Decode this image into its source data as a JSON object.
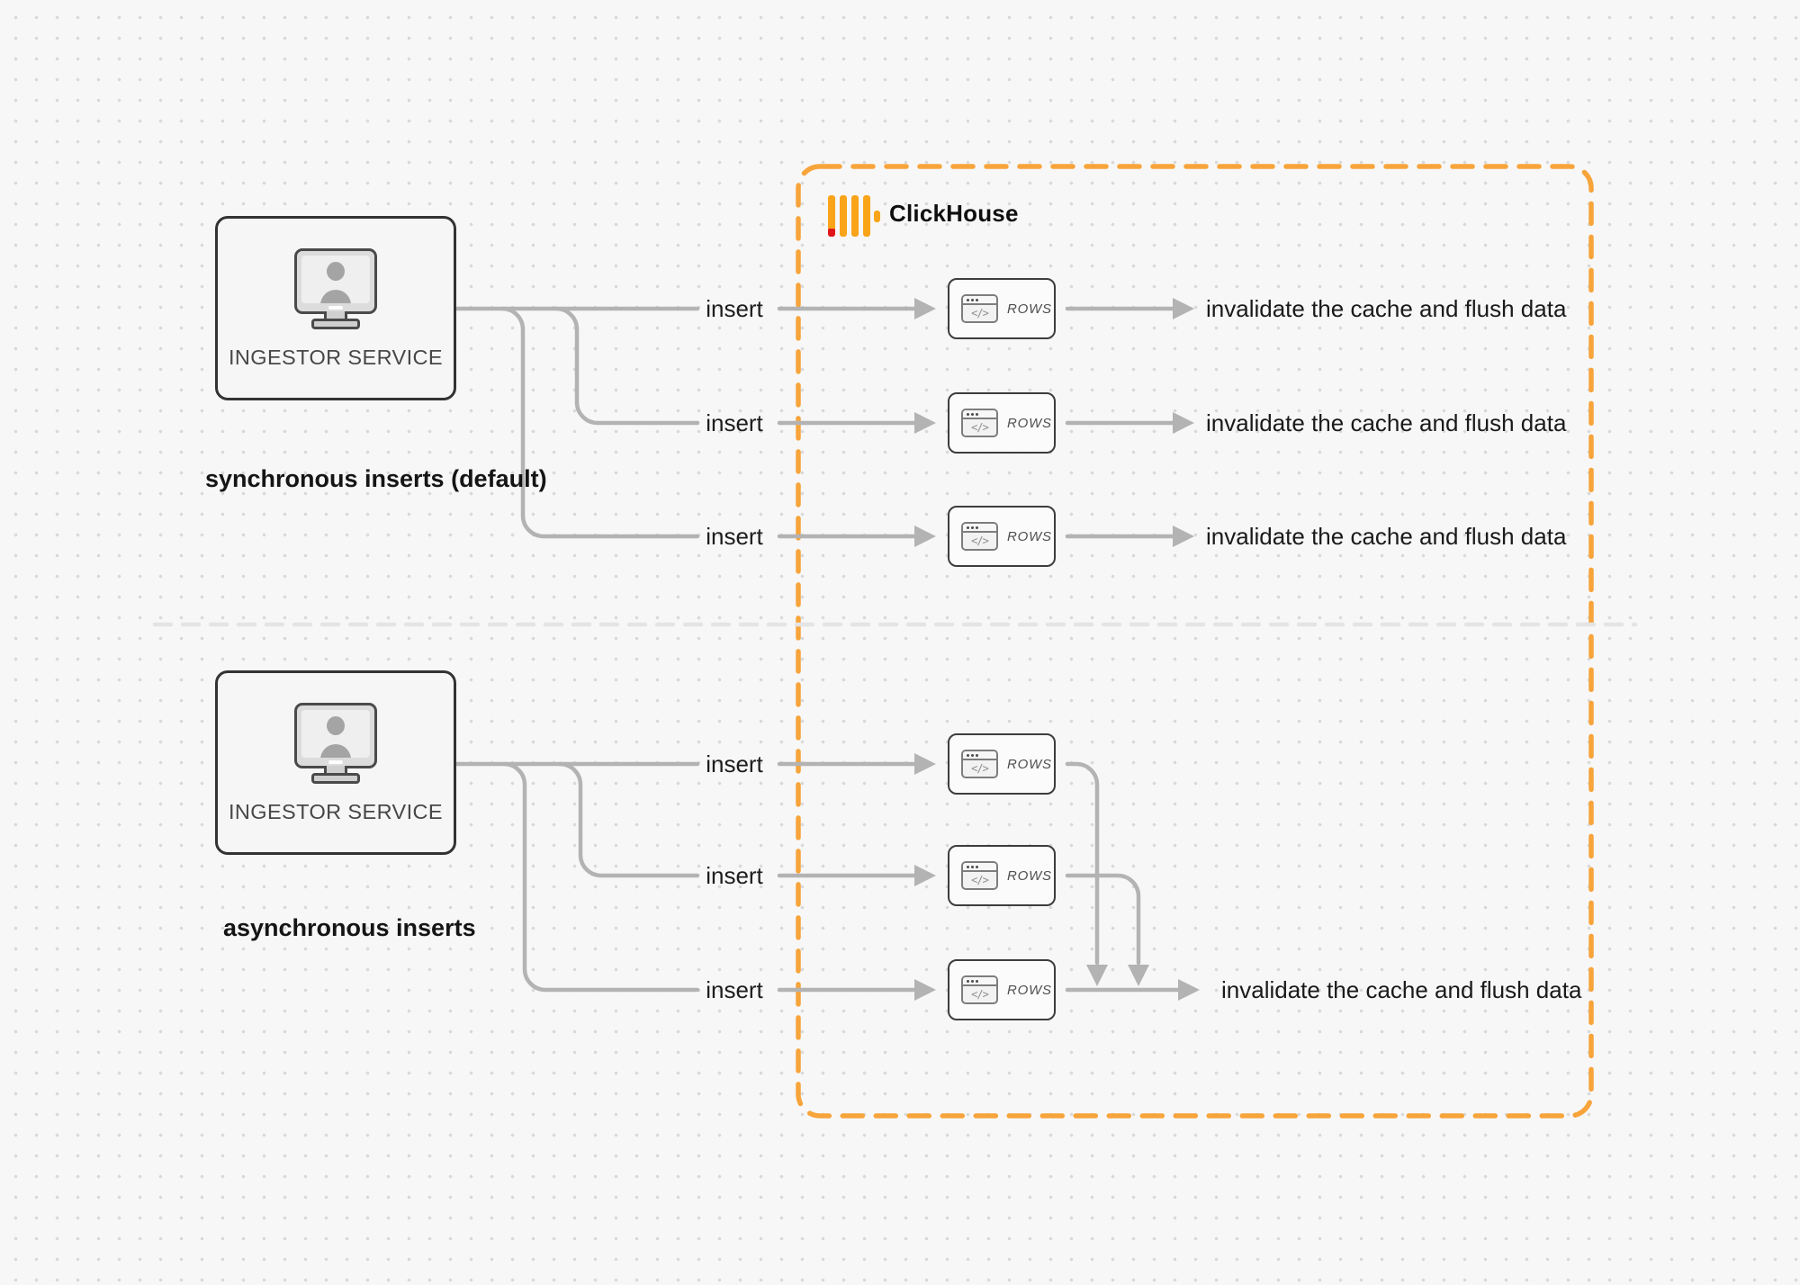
{
  "clickhouse": {
    "brand": "ClickHouse"
  },
  "icons": {
    "code": "</>"
  },
  "colors": {
    "accent_orange": "#F7A43B",
    "logo_yellow": "#FAA41A",
    "logo_red": "#E0161A",
    "connector_gray": "#B3B3B3",
    "divider_gray": "#E4E4E4",
    "border_dark": "#333333"
  },
  "sync": {
    "service": "INGESTOR SERVICE",
    "caption": "synchronous inserts (default)",
    "rows": [
      {
        "insert": "insert",
        "rows": "ROWS",
        "result": "invalidate the cache and flush data"
      },
      {
        "insert": "insert",
        "rows": "ROWS",
        "result": "invalidate the cache and flush data"
      },
      {
        "insert": "insert",
        "rows": "ROWS",
        "result": "invalidate the cache and flush data"
      }
    ]
  },
  "async": {
    "service": "INGESTOR SERVICE",
    "caption": "asynchronous inserts",
    "rows": [
      {
        "insert": "insert",
        "rows": "ROWS"
      },
      {
        "insert": "insert",
        "rows": "ROWS"
      },
      {
        "insert": "insert",
        "rows": "ROWS"
      }
    ],
    "result": "invalidate the cache and flush data"
  }
}
